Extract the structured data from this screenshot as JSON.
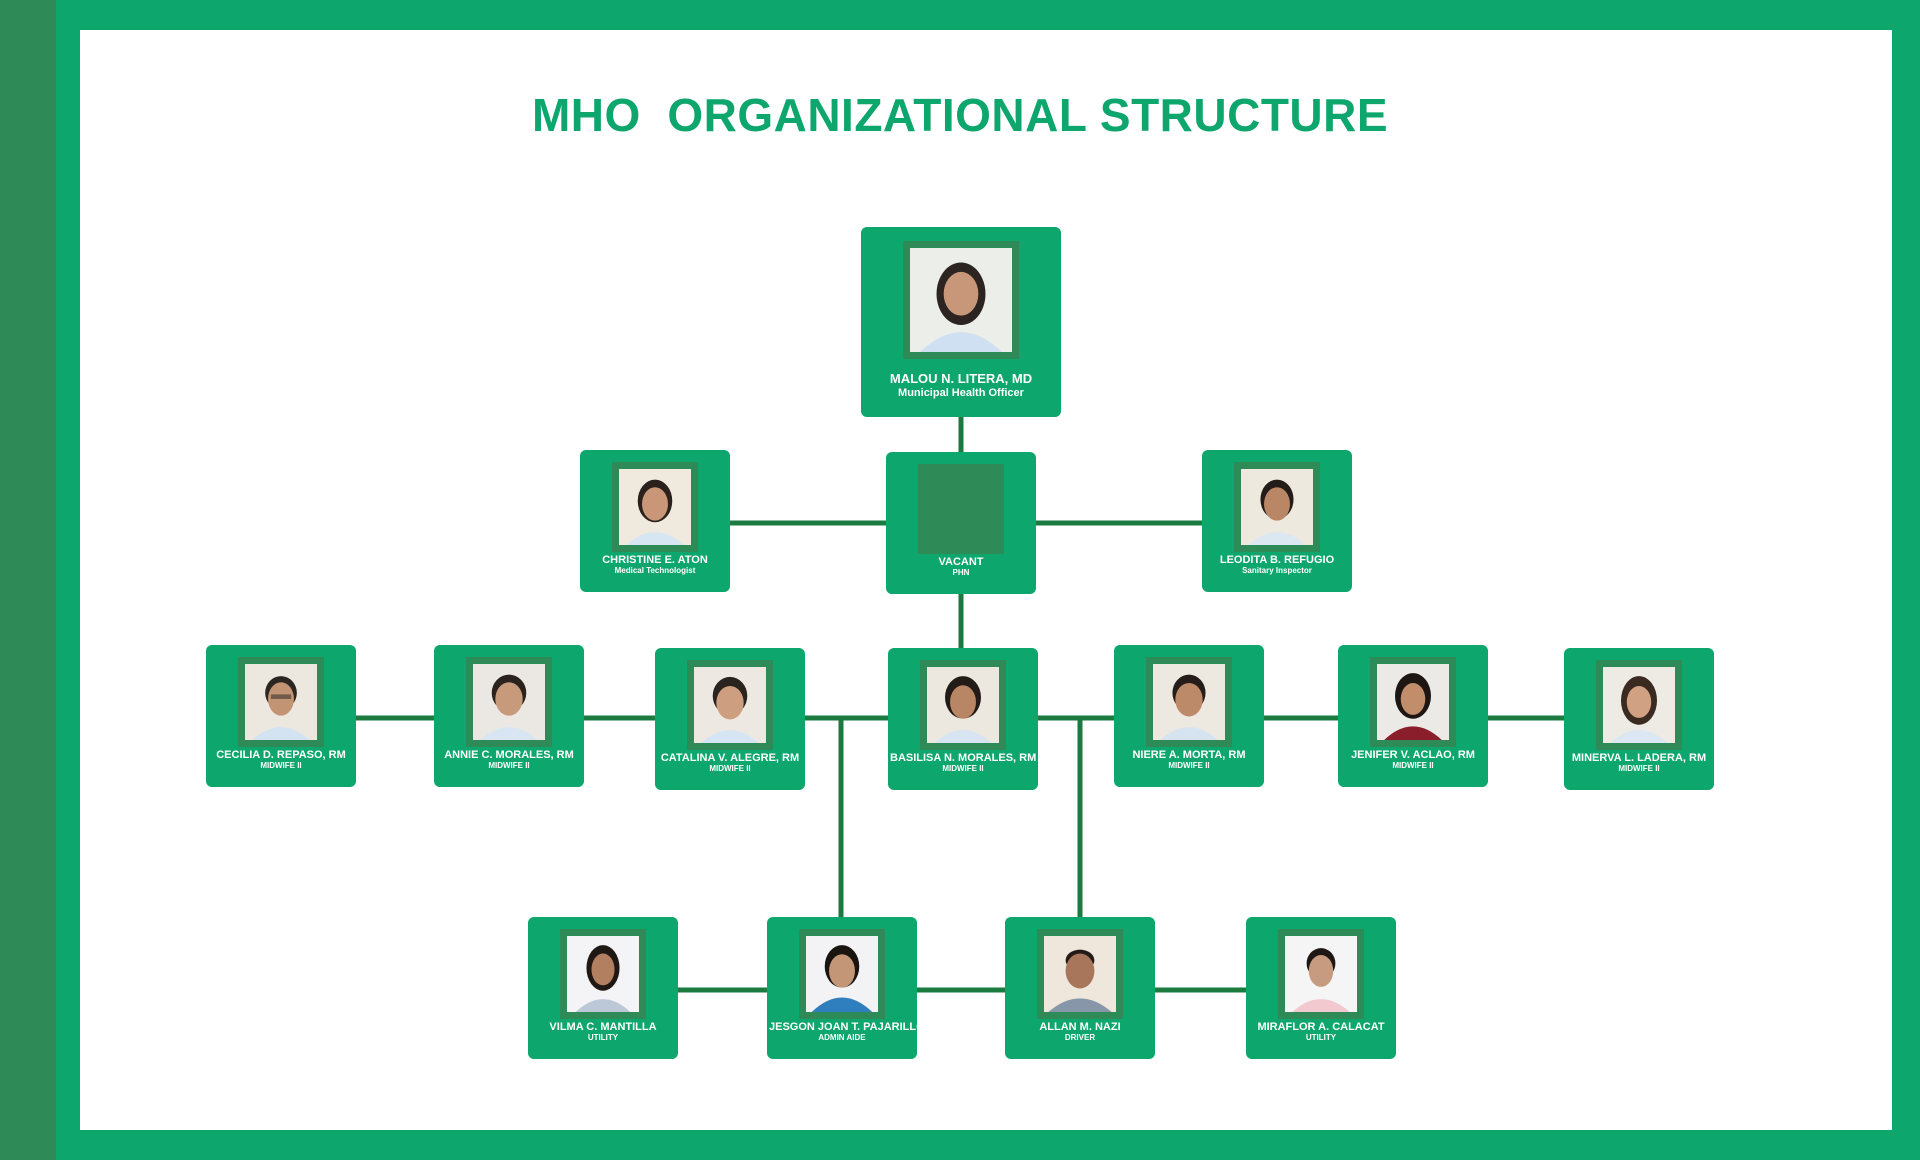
{
  "title": "MHO  ORGANIZATIONAL STRUCTURE",
  "colors": {
    "frame": "#0da66d",
    "side_band": "#2e8b57",
    "connector": "#1a7a3f",
    "card": "#0da66d",
    "photo_frame": "#2e8b57"
  },
  "people": {
    "head": {
      "name": "MALOU N. LITERA, MD",
      "role": "Municipal Health Officer"
    },
    "medtech": {
      "name": "CHRISTINE E. ATON",
      "role": "Medical Technologist"
    },
    "phn": {
      "name": "VACANT",
      "role": "PHN"
    },
    "sanitary": {
      "name": "LEODITA B. REFUGIO",
      "role": "Sanitary Inspector"
    },
    "repaso": {
      "name": "CECILIA D. REPASO, RM",
      "role": "MIDWIFE II"
    },
    "amorales": {
      "name": "ANNIE C. MORALES, RM",
      "role": "MIDWIFE II"
    },
    "alegre": {
      "name": "CATALINA V. ALEGRE, RM",
      "role": "MIDWIFE II"
    },
    "bmorales": {
      "name": "BASILISA N. MORALES, RM",
      "role": "MIDWIFE II"
    },
    "morta": {
      "name": "NIERE A. MORTA, RM",
      "role": "MIDWIFE II"
    },
    "aclao": {
      "name": "JENIFER V. ACLAO, RM",
      "role": "MIDWIFE II"
    },
    "ladera": {
      "name": "MINERVA L. LADERA, RM",
      "role": "MIDWIFE II"
    },
    "mantilla": {
      "name": "VILMA C. MANTILLA",
      "role": "UTILITY"
    },
    "pajarillo": {
      "name": "JESGON JOAN T. PAJARILLO",
      "role": "ADMIN AIDE"
    },
    "nazi": {
      "name": "ALLAN M. NAZI",
      "role": "DRIVER"
    },
    "calacat": {
      "name": "MIRAFLOR A. CALACAT",
      "role": "UTILITY"
    }
  }
}
